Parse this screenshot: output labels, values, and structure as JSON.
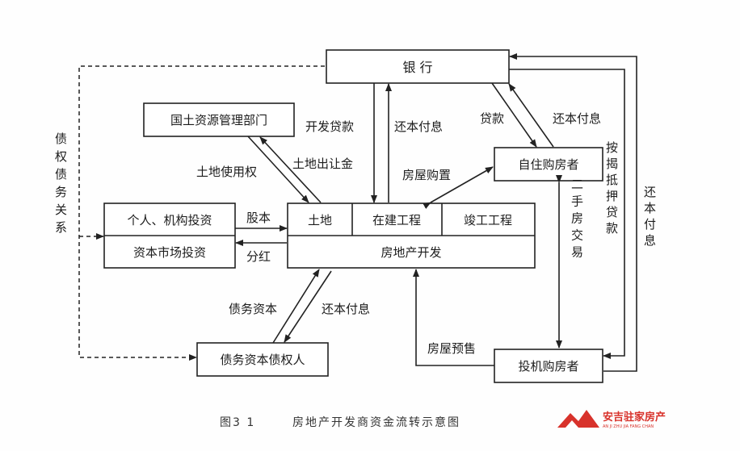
{
  "nodes": {
    "bank": "银 行",
    "land_dept": "国土资源管理部门",
    "self_buyer": "自住购房者",
    "individual_invest": "个人、机构投资",
    "capital_market": "资本市场投资",
    "land": "土地",
    "under_construction": "在建工程",
    "completed": "竣工工程",
    "re_dev": "房地产开发",
    "debt_creditor": "债务资本债权人",
    "spec_buyer": "投机购房者"
  },
  "edges": {
    "dev_loan": "开发贷款",
    "repay1": "还本付息",
    "loan": "贷款",
    "repay2": "还本付息",
    "land_fee": "土地出让金",
    "land_right": "土地使用权",
    "house_purchase": "房屋购置",
    "equity": "股本",
    "dividend": "分红",
    "debt_capital": "债务资本",
    "repay3": "还本付息",
    "presale": "房屋预售",
    "secondhand": "二手房交易",
    "mortgage": "按揭抵押贷款",
    "repay4": "还本付息",
    "debt_relation": "债权债务关系"
  },
  "caption": {
    "fig": "图3 1",
    "title": "房地产开发商资金流转示意图"
  },
  "logo": {
    "name": "安吉驻家房产",
    "pinyin": "AN JI ZHU JIA FANG CHAN",
    "color": "#d8322b"
  }
}
